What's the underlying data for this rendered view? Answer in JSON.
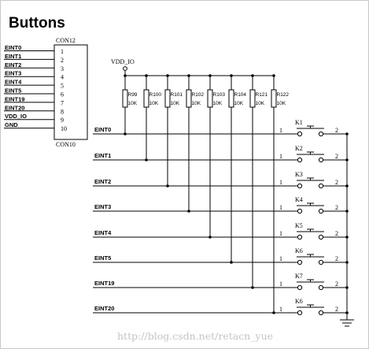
{
  "title": "Buttons",
  "connector": {
    "ref": "CON12",
    "value": "CON10",
    "pins": [
      {
        "num": "1",
        "signal": "EINT0"
      },
      {
        "num": "2",
        "signal": "EINT1"
      },
      {
        "num": "3",
        "signal": "EINT2"
      },
      {
        "num": "4",
        "signal": "EINT3"
      },
      {
        "num": "5",
        "signal": "EINT4"
      },
      {
        "num": "6",
        "signal": "EINT5"
      },
      {
        "num": "7",
        "signal": "EINT19"
      },
      {
        "num": "8",
        "signal": "EINT20"
      },
      {
        "num": "9",
        "signal": "VDD_IO"
      },
      {
        "num": "10",
        "signal": "GND"
      }
    ]
  },
  "power_label": "VDD_IO",
  "resistors": [
    {
      "ref": "R99",
      "value": "10K"
    },
    {
      "ref": "R100",
      "value": "10K"
    },
    {
      "ref": "R101",
      "value": "10K"
    },
    {
      "ref": "R102",
      "value": "10K"
    },
    {
      "ref": "R103",
      "value": "10K"
    },
    {
      "ref": "R104",
      "value": "10K"
    },
    {
      "ref": "R121",
      "value": "10K"
    },
    {
      "ref": "R122",
      "value": "10K"
    }
  ],
  "lines": [
    {
      "net": "EINT0",
      "key": "K1",
      "pin_left": "1",
      "pin_right": "2"
    },
    {
      "net": "EINT1",
      "key": "K2",
      "pin_left": "1",
      "pin_right": "2"
    },
    {
      "net": "EINT2",
      "key": "K3",
      "pin_left": "1",
      "pin_right": "2"
    },
    {
      "net": "EINT3",
      "key": "K4",
      "pin_left": "1",
      "pin_right": "2"
    },
    {
      "net": "EINT4",
      "key": "K5",
      "pin_left": "1",
      "pin_right": "2"
    },
    {
      "net": "EINT5",
      "key": "K6",
      "pin_left": "1",
      "pin_right": "2"
    },
    {
      "net": "EINT19",
      "key": "K7",
      "pin_left": "1",
      "pin_right": "2"
    },
    {
      "net": "EINT20",
      "key": "K6",
      "pin_left": "1",
      "pin_right": "2"
    }
  ],
  "watermark": "http://blog.csdn.net/retacn_yue"
}
